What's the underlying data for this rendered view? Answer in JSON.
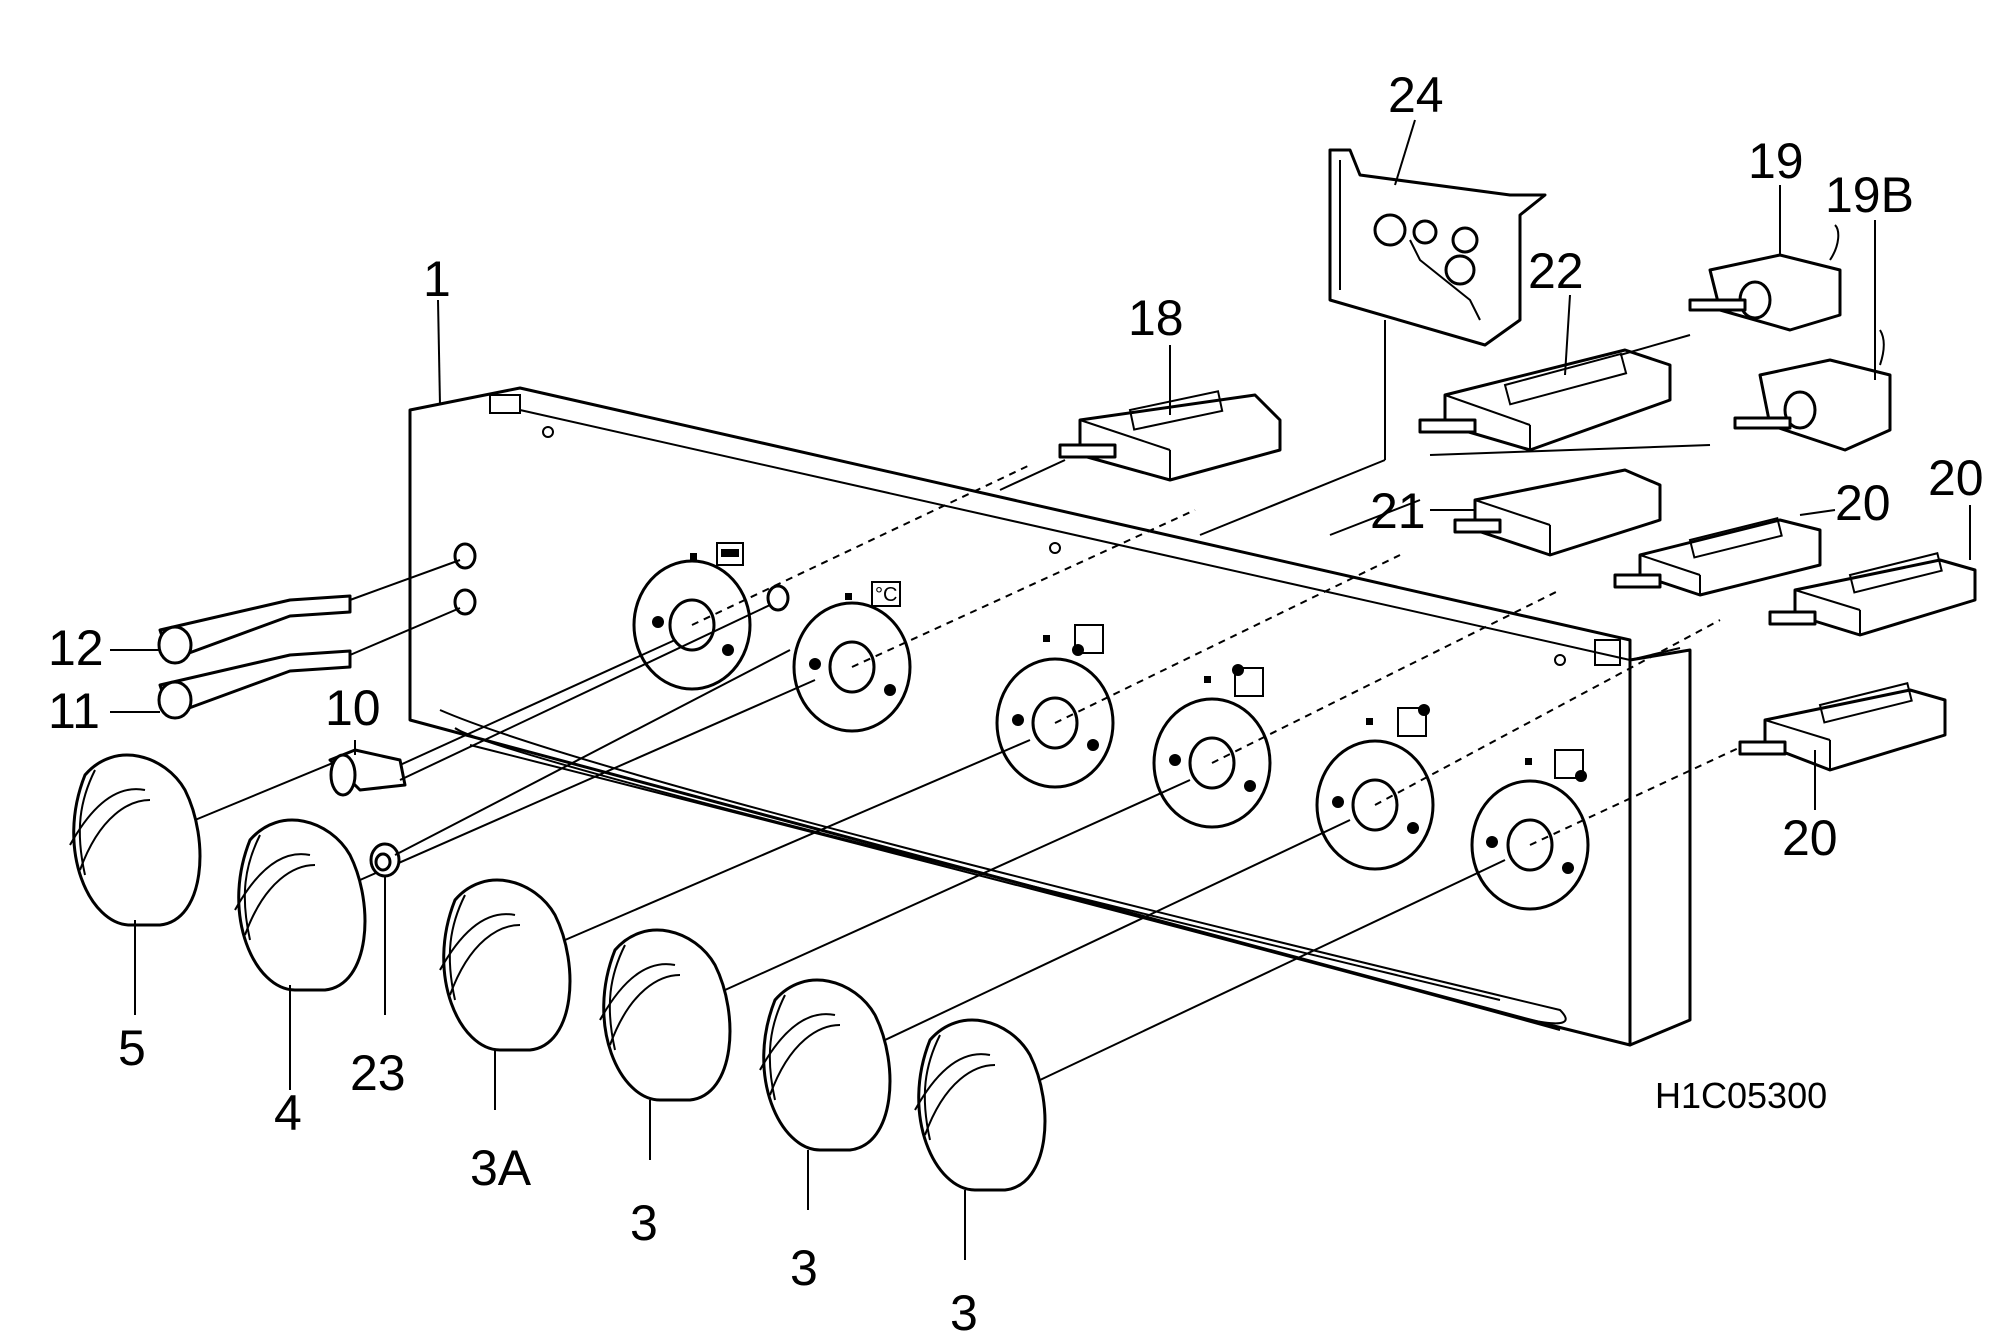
{
  "drawing_code": "H1C05300",
  "panel_symbol": "°C",
  "callouts": {
    "c1": "1",
    "c3a": "3A",
    "c3_1": "3",
    "c3_2": "3",
    "c3_3": "3",
    "c4": "4",
    "c5": "5",
    "c10": "10",
    "c11": "11",
    "c12": "12",
    "c18": "18",
    "c19": "19",
    "c19b": "19B",
    "c20_1": "20",
    "c20_2": "20",
    "c20_3": "20",
    "c21": "21",
    "c22": "22",
    "c23": "23",
    "c24": "24"
  }
}
